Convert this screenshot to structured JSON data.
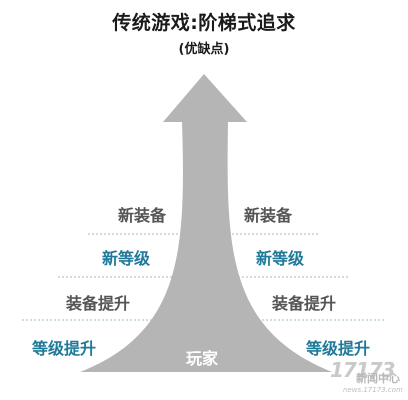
{
  "header": {
    "title": "传统游戏:阶梯式追求",
    "subtitle": "(优缺点)"
  },
  "center": {
    "player": "玩家"
  },
  "left_tiers": [
    {
      "label": "新装备",
      "tone": "gray"
    },
    {
      "label": "新等级",
      "tone": "blue"
    },
    {
      "label": "装备提升",
      "tone": "gray"
    },
    {
      "label": "等级提升",
      "tone": "blue"
    }
  ],
  "right_tiers": [
    {
      "label": "新装备",
      "tone": "gray"
    },
    {
      "label": "新等级",
      "tone": "blue"
    },
    {
      "label": "装备提升",
      "tone": "gray"
    },
    {
      "label": "等级提升",
      "tone": "blue"
    }
  ],
  "watermark": {
    "logo": "17173",
    "text": "新闻中心",
    "url": "news.17173.com"
  },
  "colors": {
    "arrow": "#b5b5b5",
    "gray_text": "#555555",
    "blue_text": "#1f7a9a",
    "dotted_line": "#9fb9c8"
  }
}
